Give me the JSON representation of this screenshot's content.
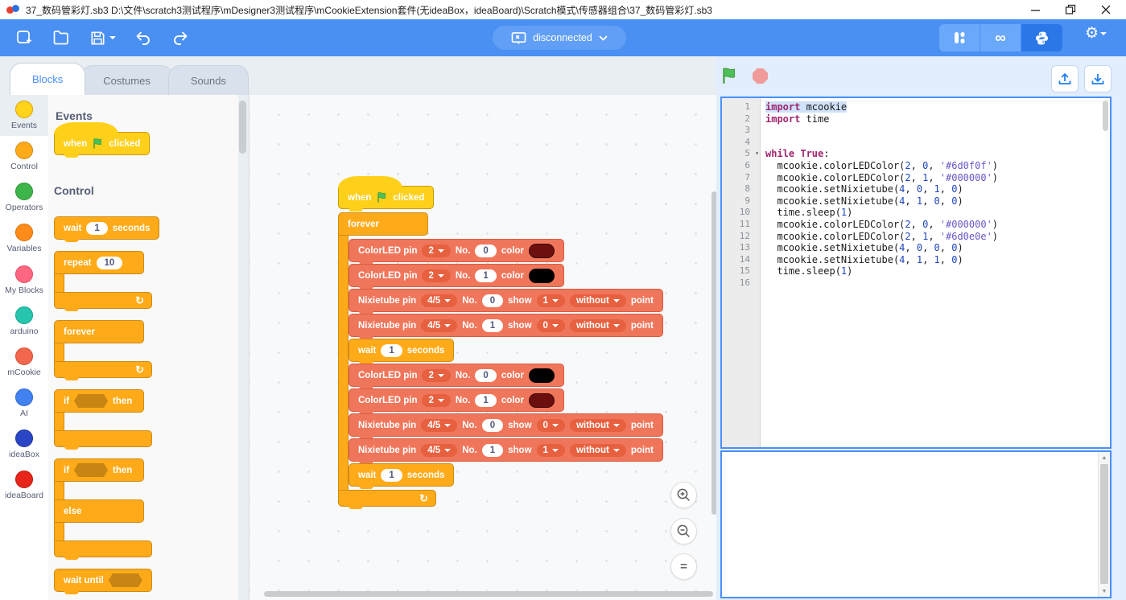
{
  "window": {
    "title": "37_数码管彩灯.sb3 D:\\文件\\scratch3测试程序\\mDesigner3测试程序\\mCookieExtension套件(无ideaBox，ideaBoard)\\Scratch模式\\传感器组合\\37_数码管彩灯.sb3"
  },
  "toolbar": {
    "connection_label": "disconnected"
  },
  "tabs": [
    {
      "label": "Blocks",
      "active": true
    },
    {
      "label": "Costumes",
      "active": false
    },
    {
      "label": "Sounds",
      "active": false
    }
  ],
  "categories": [
    {
      "label": "Events",
      "color": "#ffd41a",
      "border": "#d9a400",
      "selected": true
    },
    {
      "label": "Control",
      "color": "#ffab19",
      "border": "#cf8b17",
      "selected": false
    },
    {
      "label": "Operators",
      "color": "#3db54a",
      "border": "#2e9439",
      "selected": false
    },
    {
      "label": "Variables",
      "color": "#ff8c1a",
      "border": "#db6e00",
      "selected": false
    },
    {
      "label": "My Blocks",
      "color": "#ff6680",
      "border": "#e64c67",
      "selected": false
    },
    {
      "label": "arduino",
      "color": "#27c5ad",
      "border": "#12a48e",
      "selected": false
    },
    {
      "label": "mCookie",
      "color": "#f2684e",
      "border": "#d94f36",
      "selected": false
    },
    {
      "label": "AI",
      "color": "#4181f0",
      "border": "#2f66d0",
      "selected": false
    },
    {
      "label": "ideaBox",
      "color": "#2a46c4",
      "border": "#1d339e",
      "selected": false
    },
    {
      "label": "ideaBoard",
      "color": "#e8251a",
      "border": "#bd1a10",
      "selected": false
    }
  ],
  "colors": {
    "accent": "#4a8ff2",
    "panel_border": "#4a90f7",
    "blocks": {
      "events": {
        "bg": "#ffd01a",
        "border": "#cc9900",
        "dd": "rgba(0,0,0,.25)"
      },
      "control": {
        "bg": "#ffab19",
        "border": "#cf8b17",
        "dd": "rgba(0,0,0,.25)"
      },
      "mcookie": {
        "bg": "#f0765b",
        "border": "#d85c41",
        "dd": "#e7603f"
      }
    }
  },
  "palette": {
    "sections": [
      {
        "header": "Events",
        "blocks": [
          {
            "kind": "hat",
            "color": "events",
            "name": "when-flag-clicked-block",
            "parts": [
              {
                "t": "label",
                "v": "when"
              },
              {
                "t": "flag"
              },
              {
                "t": "label",
                "v": "clicked"
              }
            ]
          }
        ]
      },
      {
        "header": "Control",
        "blocks": [
          {
            "kind": "stack",
            "color": "control",
            "name": "wait-seconds-block",
            "parts": [
              {
                "t": "label",
                "v": "wait"
              },
              {
                "t": "input",
                "v": "1"
              },
              {
                "t": "label",
                "v": "seconds"
              }
            ]
          },
          {
            "kind": "c",
            "color": "control",
            "name": "repeat-block",
            "loop": true,
            "head": [
              {
                "t": "label",
                "v": "repeat"
              },
              {
                "t": "input",
                "v": "10"
              }
            ]
          },
          {
            "kind": "c",
            "color": "control",
            "name": "forever-block",
            "loop": true,
            "head": [
              {
                "t": "label",
                "v": "forever"
              }
            ]
          },
          {
            "kind": "c",
            "color": "control",
            "name": "if-then-block",
            "loop": false,
            "head": [
              {
                "t": "label",
                "v": "if"
              },
              {
                "t": "bool"
              },
              {
                "t": "label",
                "v": "then"
              }
            ]
          },
          {
            "kind": "c2",
            "color": "control",
            "name": "if-then-else-block",
            "head": [
              {
                "t": "label",
                "v": "if"
              },
              {
                "t": "bool"
              },
              {
                "t": "label",
                "v": "then"
              }
            ],
            "mid": [
              {
                "t": "label",
                "v": "else"
              }
            ]
          },
          {
            "kind": "stack",
            "color": "control",
            "name": "wait-until-block",
            "parts": [
              {
                "t": "label",
                "v": "wait until"
              },
              {
                "t": "bool"
              }
            ]
          }
        ]
      }
    ]
  },
  "workspace": {
    "hat": {
      "kind": "hat",
      "color": "events",
      "name": "when-flag-clicked-block",
      "parts": [
        {
          "t": "label",
          "v": "when"
        },
        {
          "t": "flag"
        },
        {
          "t": "label",
          "v": "clicked"
        }
      ]
    },
    "forever": {
      "kind": "c",
      "color": "control",
      "name": "forever-block",
      "loop": true,
      "head": [
        {
          "t": "label",
          "v": "forever"
        }
      ]
    },
    "children": [
      {
        "kind": "stack",
        "color": "mcookie",
        "name": "colorled-block",
        "parts": [
          {
            "t": "label",
            "v": "ColorLED pin"
          },
          {
            "t": "dd",
            "v": "2"
          },
          {
            "t": "label",
            "v": "No."
          },
          {
            "t": "input",
            "v": "0"
          },
          {
            "t": "label",
            "v": "color"
          },
          {
            "t": "swatch",
            "v": "#6d0f0f"
          }
        ]
      },
      {
        "kind": "stack",
        "color": "mcookie",
        "name": "colorled-block",
        "parts": [
          {
            "t": "label",
            "v": "ColorLED pin"
          },
          {
            "t": "dd",
            "v": "2"
          },
          {
            "t": "label",
            "v": "No."
          },
          {
            "t": "input",
            "v": "1"
          },
          {
            "t": "label",
            "v": "color"
          },
          {
            "t": "swatch",
            "v": "#000000"
          }
        ]
      },
      {
        "kind": "stack",
        "color": "mcookie",
        "name": "nixietube-block",
        "parts": [
          {
            "t": "label",
            "v": "Nixietube pin"
          },
          {
            "t": "dd",
            "v": "4/5"
          },
          {
            "t": "label",
            "v": "No."
          },
          {
            "t": "input",
            "v": "0"
          },
          {
            "t": "label",
            "v": "show"
          },
          {
            "t": "dd",
            "v": "1"
          },
          {
            "t": "dd",
            "v": "without"
          },
          {
            "t": "label",
            "v": "point"
          }
        ]
      },
      {
        "kind": "stack",
        "color": "mcookie",
        "name": "nixietube-block",
        "parts": [
          {
            "t": "label",
            "v": "Nixietube pin"
          },
          {
            "t": "dd",
            "v": "4/5"
          },
          {
            "t": "label",
            "v": "No."
          },
          {
            "t": "input",
            "v": "1"
          },
          {
            "t": "label",
            "v": "show"
          },
          {
            "t": "dd",
            "v": "0"
          },
          {
            "t": "dd",
            "v": "without"
          },
          {
            "t": "label",
            "v": "point"
          }
        ]
      },
      {
        "kind": "stack",
        "color": "control",
        "name": "wait-seconds-block",
        "parts": [
          {
            "t": "label",
            "v": "wait"
          },
          {
            "t": "input",
            "v": "1"
          },
          {
            "t": "label",
            "v": "seconds"
          }
        ]
      },
      {
        "kind": "stack",
        "color": "mcookie",
        "name": "colorled-block",
        "parts": [
          {
            "t": "label",
            "v": "ColorLED pin"
          },
          {
            "t": "dd",
            "v": "2"
          },
          {
            "t": "label",
            "v": "No."
          },
          {
            "t": "input",
            "v": "0"
          },
          {
            "t": "label",
            "v": "color"
          },
          {
            "t": "swatch",
            "v": "#000000"
          }
        ]
      },
      {
        "kind": "stack",
        "color": "mcookie",
        "name": "colorled-block",
        "parts": [
          {
            "t": "label",
            "v": "ColorLED pin"
          },
          {
            "t": "dd",
            "v": "2"
          },
          {
            "t": "label",
            "v": "No."
          },
          {
            "t": "input",
            "v": "1"
          },
          {
            "t": "label",
            "v": "color"
          },
          {
            "t": "swatch",
            "v": "#6d0e0e"
          }
        ]
      },
      {
        "kind": "stack",
        "color": "mcookie",
        "name": "nixietube-block",
        "parts": [
          {
            "t": "label",
            "v": "Nixietube pin"
          },
          {
            "t": "dd",
            "v": "4/5"
          },
          {
            "t": "label",
            "v": "No."
          },
          {
            "t": "input",
            "v": "0"
          },
          {
            "t": "label",
            "v": "show"
          },
          {
            "t": "dd",
            "v": "0"
          },
          {
            "t": "dd",
            "v": "without"
          },
          {
            "t": "label",
            "v": "point"
          }
        ]
      },
      {
        "kind": "stack",
        "color": "mcookie",
        "name": "nixietube-block",
        "parts": [
          {
            "t": "label",
            "v": "Nixietube pin"
          },
          {
            "t": "dd",
            "v": "4/5"
          },
          {
            "t": "label",
            "v": "No."
          },
          {
            "t": "input",
            "v": "1"
          },
          {
            "t": "label",
            "v": "show"
          },
          {
            "t": "dd",
            "v": "1"
          },
          {
            "t": "dd",
            "v": "without"
          },
          {
            "t": "label",
            "v": "point"
          }
        ]
      },
      {
        "kind": "stack",
        "color": "control",
        "name": "wait-seconds-block",
        "parts": [
          {
            "t": "label",
            "v": "wait"
          },
          {
            "t": "input",
            "v": "1"
          },
          {
            "t": "label",
            "v": "seconds"
          }
        ]
      }
    ]
  },
  "code": {
    "selected_line": 1,
    "fold_line": 5,
    "lines": [
      "import mcookie",
      "import time",
      "",
      "",
      "while True:",
      "  mcookie.colorLEDColor(2, 0, '#6d0f0f')",
      "  mcookie.colorLEDColor(2, 1, '#000000')",
      "  mcookie.setNixietube(4, 0, 1, 0)",
      "  mcookie.setNixietube(4, 1, 0, 0)",
      "  time.sleep(1)",
      "  mcookie.colorLEDColor(2, 0, '#000000')",
      "  mcookie.colorLEDColor(2, 1, '#6d0e0e')",
      "  mcookie.setNixietube(4, 0, 0, 0)",
      "  mcookie.setNixietube(4, 1, 1, 0)",
      "  time.sleep(1)",
      ""
    ]
  }
}
